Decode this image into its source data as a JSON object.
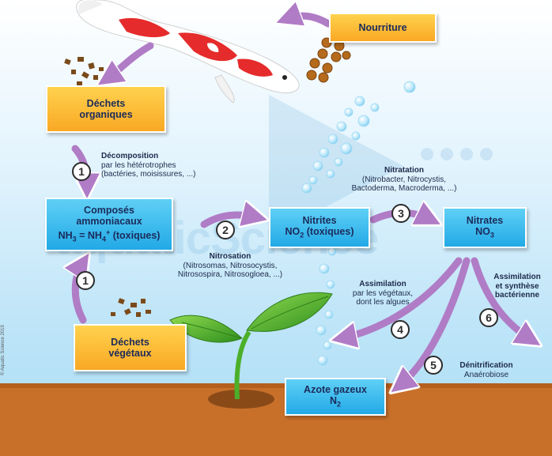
{
  "boxes": {
    "nourriture": "Nourriture",
    "dechets_organiques": [
      "Déchets",
      "organiques"
    ],
    "composes": [
      "Composés",
      "ammoniacaux",
      "NH",
      "3",
      " = NH",
      "4",
      "+",
      " (toxiques)"
    ],
    "nitrites": [
      "Nitrites",
      "NO",
      "2",
      " (toxiques)"
    ],
    "nitrates": [
      "Nitrates",
      "NO",
      "3"
    ],
    "dechets_vegetaux": [
      "Déchets",
      "végétaux"
    ],
    "azote": [
      "Azote gazeux",
      "N",
      "2"
    ]
  },
  "steps": [
    "1",
    "1",
    "2",
    "3",
    "4",
    "5",
    "6"
  ],
  "labels": {
    "decomposition": {
      "title": "Décomposition",
      "line1": "par les hétérotrophes",
      "line2": "(bactéries, moisissures, ...)"
    },
    "nitrosation": {
      "title": "Nitrosation",
      "line1": "(Nitrosomas, Nitrosocystis,",
      "line2": "Nitrosospira, Nitrosogloea, ...)"
    },
    "nitratation": {
      "title": "Nitratation",
      "line1": "(Nitrobacter, Nitrocystis,",
      "line2": "Bactoderma, Macroderma, ...)"
    },
    "assimilation_veg": {
      "title": "Assimilation",
      "line1": "par les végétaux,",
      "line2": "dont les algues"
    },
    "assimilation_bact": {
      "line1": "Assimilation",
      "line2": "et synthèse",
      "line3": "bactérienne"
    },
    "denitrification": {
      "title": "Dénitrification",
      "line1": "Anaérobiose"
    }
  },
  "watermark": "aquaticScience",
  "copyright": "© Aquatic Science 2019",
  "colors": {
    "orange_box": "#f9a825",
    "blue_box": "#22a9e6",
    "arrow": "#b07cc6",
    "ground": "#c8702a",
    "leaf": "#4caf2a"
  }
}
